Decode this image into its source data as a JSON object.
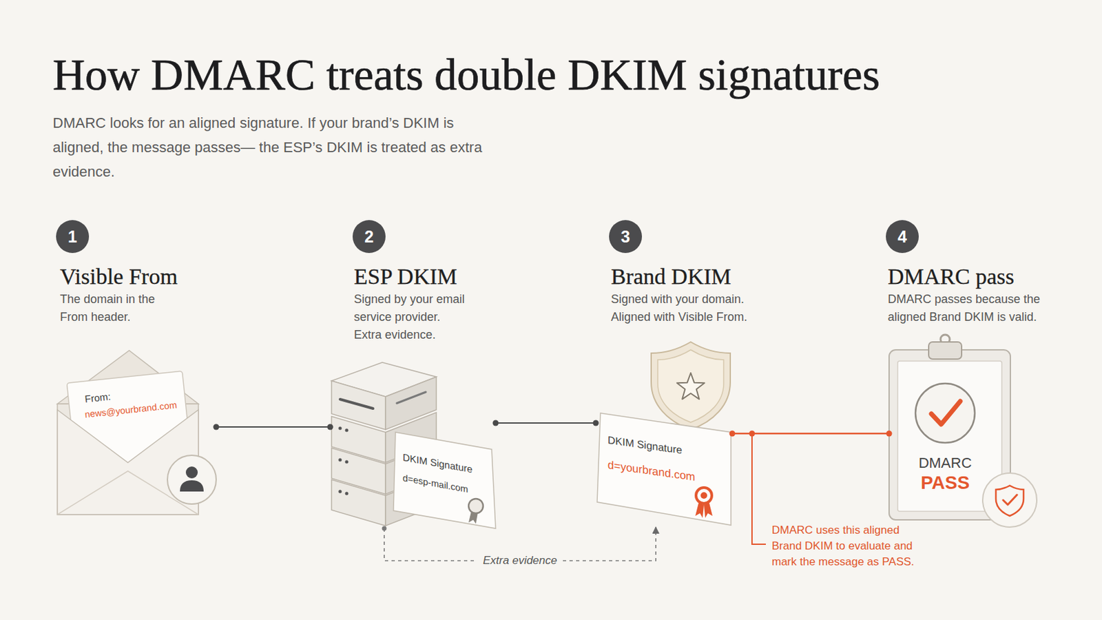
{
  "diagram": {
    "title": "How DMARC treats double DKIM signatures",
    "caption": "DMARC looks for an aligned signature. If your brand’s DKIM is aligned, the message passes— the ESP’s DKIM is treated as extra evidence.",
    "nodes": [
      {
        "text": [
          "1"
        ]
      },
      {
        "text": [
          "2"
        ]
      },
      {
        "text": [
          "3"
        ]
      },
      {
        "text": [
          "4"
        ]
      },
      {
        "text": [
          "From:",
          "news@yourbrand.com"
        ]
      },
      {
        "text": [
          "DKIM Signature",
          "d=esp-mail.com"
        ]
      },
      {
        "text": [
          "DKIM Signature",
          "d=yourbrand.com"
        ]
      },
      {
        "text": [
          "DMARC",
          "PASS"
        ]
      }
    ],
    "edges": [
      {
        "from": 4,
        "to": 5,
        "arrow": "none"
      },
      {
        "from": 5,
        "to": 6,
        "arrow": "none"
      },
      {
        "from": 6,
        "to": 7,
        "arrow": "none"
      },
      {
        "from": 5,
        "to": 6,
        "arrow": "to",
        "label": "Extra evidence"
      }
    ],
    "labels": [
      "Visible From",
      "The domain in the From header.",
      "ESP DKIM",
      "Signed by your email service provider. Extra evidence.",
      "Brand DKIM",
      "Signed with your domain. Aligned with Visible From.",
      "DMARC pass",
      "DMARC passes because the aligned Brand DKIM is valid.",
      "DMARC uses this aligned Brand DKIM to evaluate and mark the message as PASS."
    ]
  }
}
